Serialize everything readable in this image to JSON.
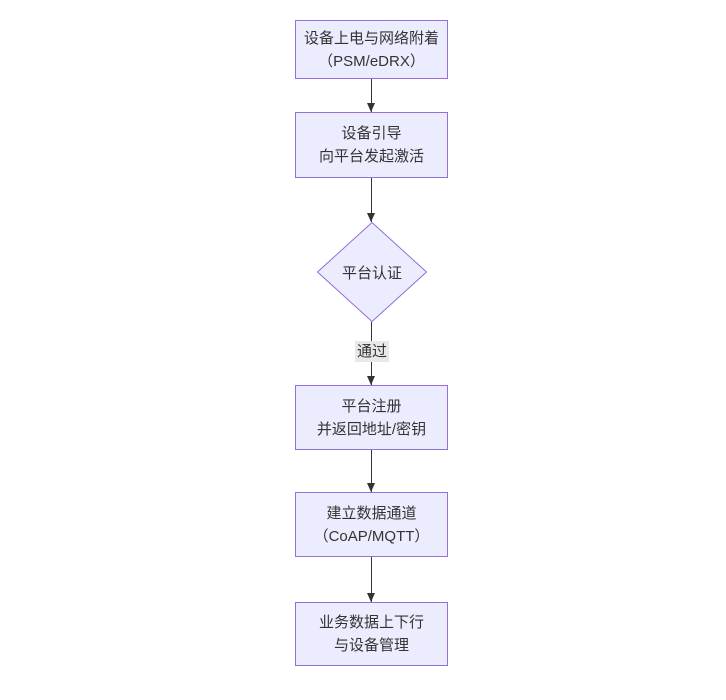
{
  "diagram": {
    "type": "flowchart-vertical",
    "colors": {
      "background": "#ffffff",
      "node_fill": "#ECECFF",
      "node_border": "#9370DB",
      "text": "#333333",
      "arrow": "#333333",
      "edge_label_bg": "#e8e8e8"
    },
    "nodes": [
      {
        "id": "power-attach",
        "type": "rect",
        "label": "设备上电与网络附着\n（PSM/eDRX）"
      },
      {
        "id": "bootstrap",
        "type": "rect",
        "label": "设备引导\n向平台发起激活"
      },
      {
        "id": "platform-auth",
        "type": "diamond",
        "label": "平台认证"
      },
      {
        "id": "platform-register",
        "type": "rect",
        "label": "平台注册\n并返回地址/密钥"
      },
      {
        "id": "data-channel",
        "type": "rect",
        "label": "建立数据通道\n（CoAP/MQTT）"
      },
      {
        "id": "business-data",
        "type": "rect",
        "label": "业务数据上下行\n与设备管理"
      }
    ],
    "edges": [
      {
        "from": "power-attach",
        "to": "bootstrap",
        "label": ""
      },
      {
        "from": "bootstrap",
        "to": "platform-auth",
        "label": ""
      },
      {
        "from": "platform-auth",
        "to": "platform-register",
        "label": "通过"
      },
      {
        "from": "platform-register",
        "to": "data-channel",
        "label": ""
      },
      {
        "from": "data-channel",
        "to": "business-data",
        "label": ""
      }
    ]
  }
}
